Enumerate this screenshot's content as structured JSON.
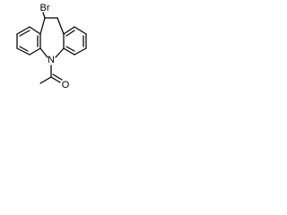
{
  "structure": {
    "atoms": {
      "bromine": "Br",
      "nitrogen": "N",
      "oxygen": "O"
    }
  },
  "colors": {
    "bond": "#000000",
    "label": "#000000",
    "background": "#ffffff"
  }
}
